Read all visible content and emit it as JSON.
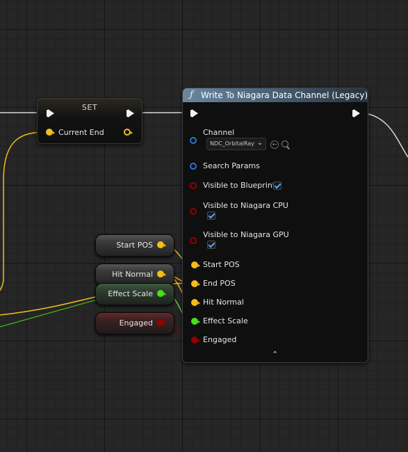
{
  "set_node": {
    "title": "SET",
    "pin_label": "Current End"
  },
  "write_node": {
    "title": "Write To Niagara Data Channel (Legacy)",
    "function_icon": "function-icon",
    "channel_label": "Channel",
    "channel_value": "NDC_OrbitalRay",
    "search_params_label": "Search Params",
    "visible_blueprint_label": "Visible to Blueprint",
    "visible_blueprint_checked": true,
    "visible_cpu_label": "Visible to Niagara CPU",
    "visible_cpu_checked": true,
    "visible_gpu_label": "Visible to Niagara GPU",
    "visible_gpu_checked": true,
    "start_pos_label": "Start POS",
    "end_pos_label": "End POS",
    "hit_normal_label": "Hit Normal",
    "effect_scale_label": "Effect Scale",
    "engaged_label": "Engaged"
  },
  "variables": [
    {
      "label": "Start POS",
      "type": "vector"
    },
    {
      "label": "Hit Normal",
      "type": "vector"
    },
    {
      "label": "Effect Scale",
      "type": "float"
    },
    {
      "label": "Engaged",
      "type": "bool"
    }
  ],
  "colors": {
    "vector_pin": "#f5bd19",
    "float_pin": "#47e11c",
    "bool_pin": "#950000",
    "struct_pin": "#2d6fd8",
    "exec_pin": "#f2f2f2",
    "check_color": "#4da6ff",
    "header_color": "#5d7a92"
  }
}
